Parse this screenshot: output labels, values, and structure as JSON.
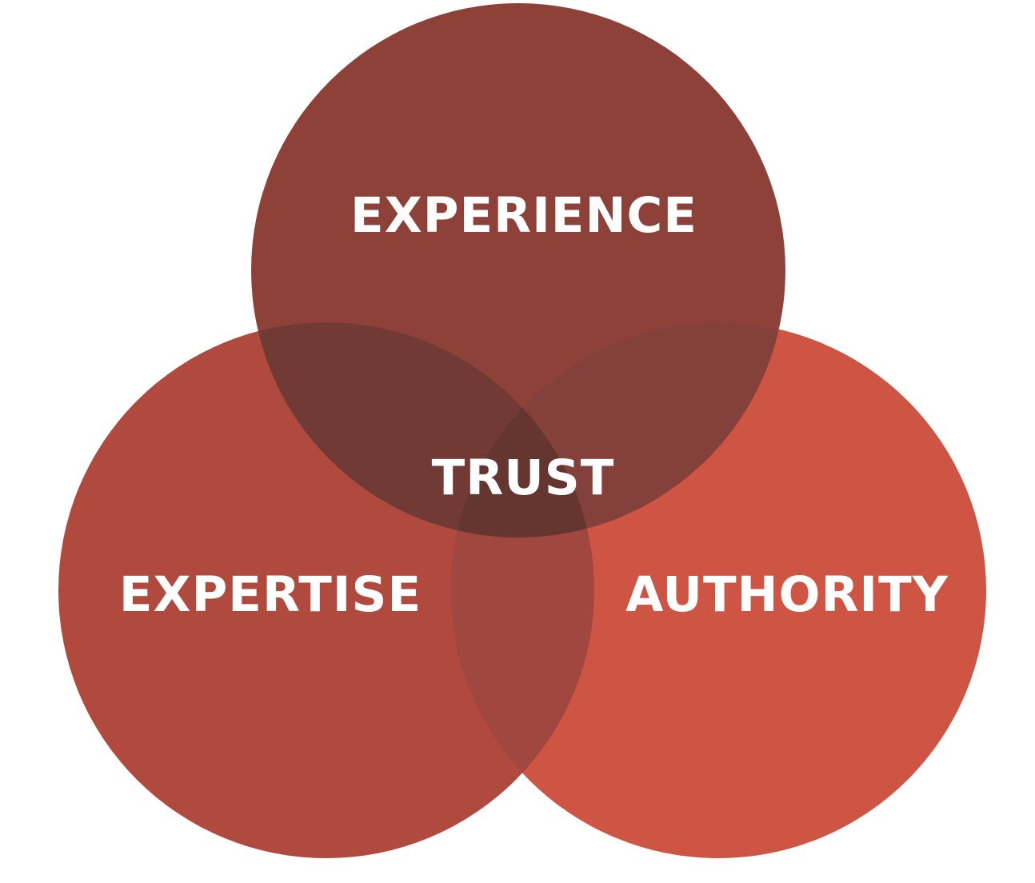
{
  "diagram": {
    "type": "venn-3-circle",
    "sets": {
      "experience": {
        "label": "EXPERIENCE",
        "color": "#8E4138"
      },
      "expertise": {
        "label": "EXPERTISE",
        "color": "#B04A3E"
      },
      "authority": {
        "label": "AUTHORITY",
        "color": "#CE5443"
      }
    },
    "overlaps": {
      "experience_expertise": {
        "color": "#713A34"
      },
      "experience_authority": {
        "color": "#84413B"
      },
      "expertise_authority": {
        "color": "#A0473F"
      },
      "center": {
        "label": "TRUST",
        "color": "#64362F"
      }
    },
    "label_color": "#FFFFFF",
    "background": "#FFFFFF"
  }
}
